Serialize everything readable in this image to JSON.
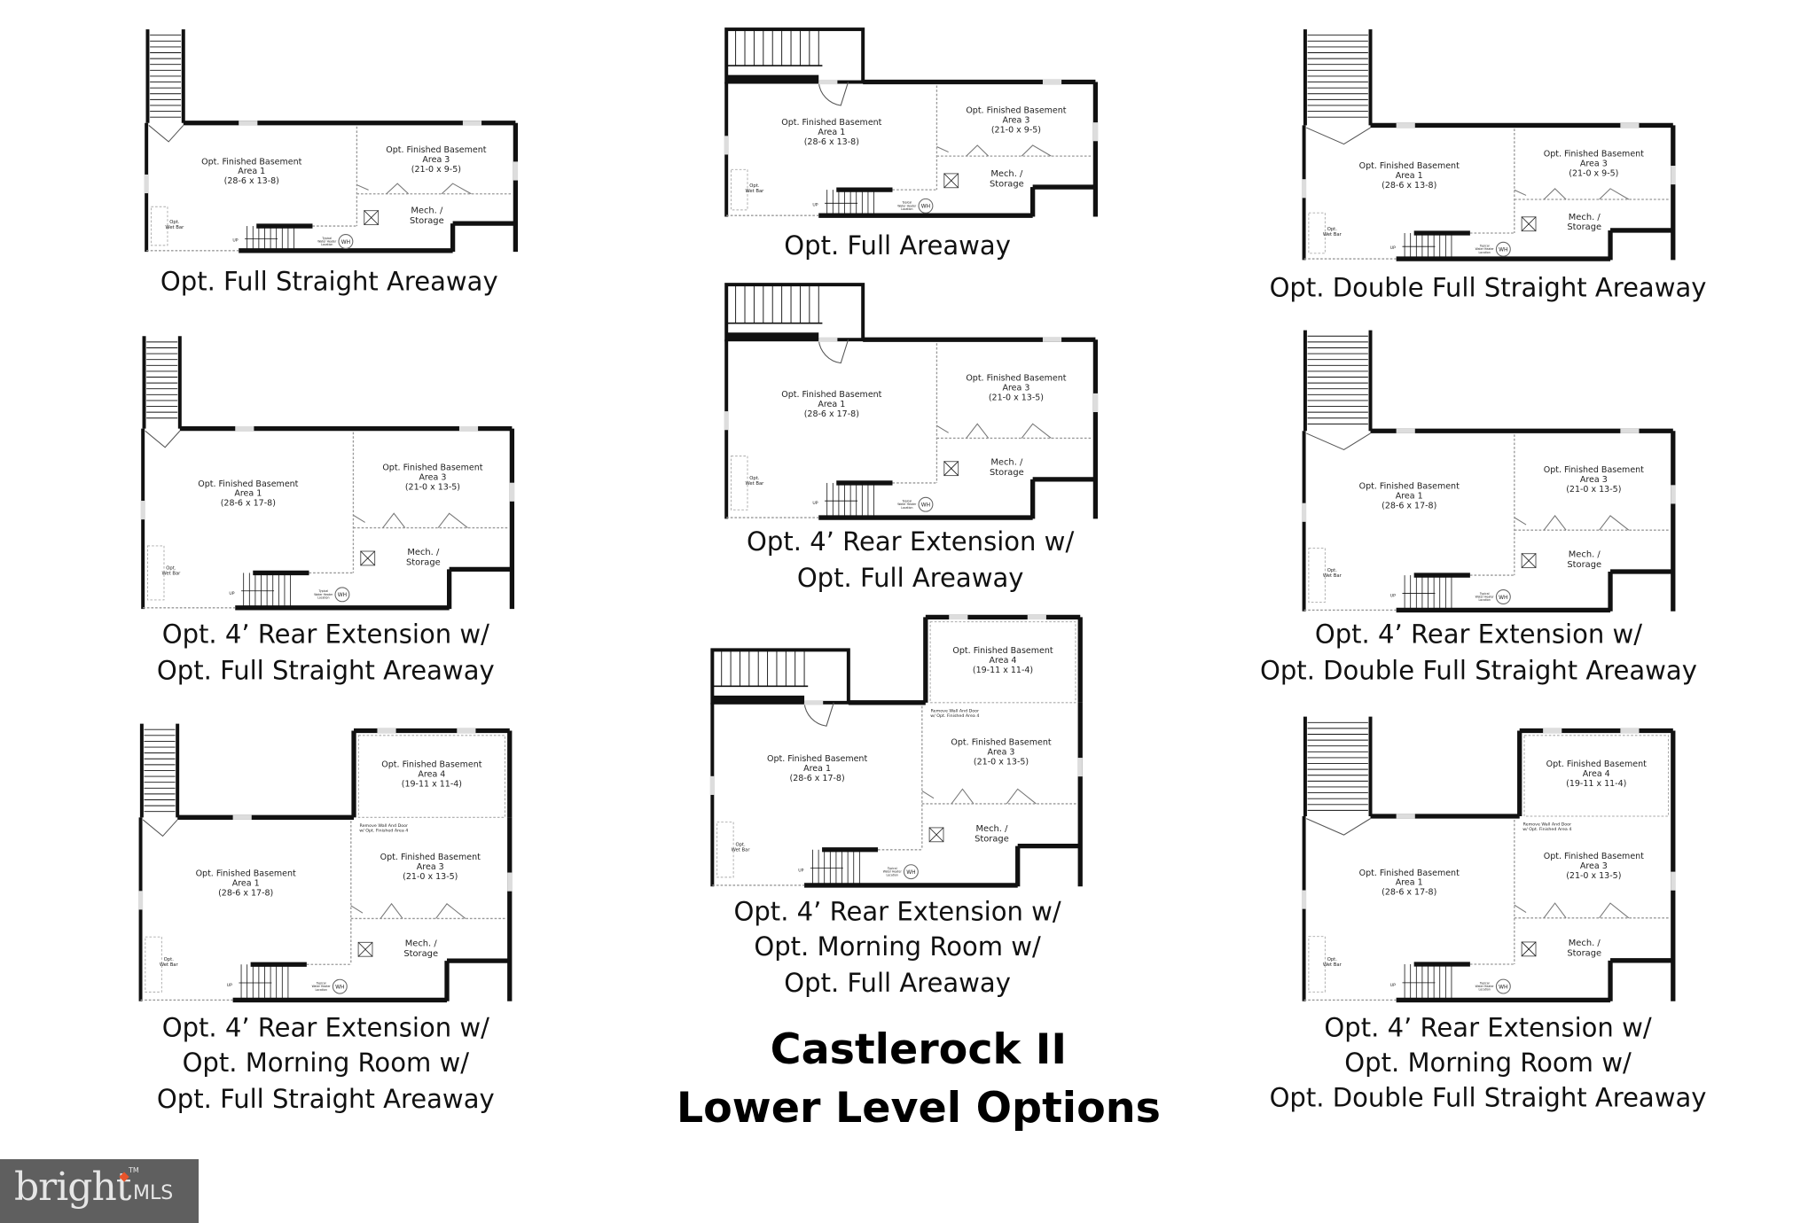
{
  "title": {
    "line1": "Castlerock II",
    "line2": "Lower Level Options"
  },
  "logo": {
    "brand": "bright",
    "suffix": "MLS",
    "tm": "TM",
    "accent_color": "#e8542a"
  },
  "labels": {
    "area_title": "Opt. Finished Basement",
    "mech": [
      "Mech. /",
      "Storage"
    ],
    "wet_bar": [
      "Opt.",
      "Wet Bar"
    ],
    "up": "UP",
    "wh": "WH",
    "wh_note": [
      "Typical",
      "Water Heater",
      "Location"
    ],
    "remove_wall": [
      "Remove Wall And Door",
      "w/ Opt. Finished Area 4"
    ]
  },
  "plans": [
    {
      "caption": [
        "Opt. Full Straight Areaway"
      ],
      "stair": "straight",
      "area1": [
        "Area 1",
        "(28-6 x 13-8)"
      ],
      "area3": [
        "Area 3",
        "(21-0 x 9-5)"
      ],
      "area4": null
    },
    {
      "caption": [
        "Opt. Full Areaway"
      ],
      "stair": "full",
      "area1": [
        "Area 1",
        "(28-6 x 13-8)"
      ],
      "area3": [
        "Area 3",
        "(21-0 x 9-5)"
      ],
      "area4": null
    },
    {
      "caption": [
        "Opt. Double Full Straight Areaway"
      ],
      "stair": "double",
      "area1": [
        "Area 1",
        "(28-6 x 13-8)"
      ],
      "area3": [
        "Area 3",
        "(21-0 x 9-5)"
      ],
      "area4": null
    },
    {
      "caption": [
        "Opt. 4’ Rear Extension w/",
        "Opt. Full Straight Areaway"
      ],
      "stair": "straight",
      "area1": [
        "Area 1",
        "(28-6 x 17-8)"
      ],
      "area3": [
        "Area 3",
        "(21-0 x 13-5)"
      ],
      "area4": null
    },
    {
      "caption": [
        "Opt. 4’ Rear Extension w/",
        "Opt. Full Areaway"
      ],
      "stair": "full",
      "area1": [
        "Area 1",
        "(28-6 x 17-8)"
      ],
      "area3": [
        "Area 3",
        "(21-0 x 13-5)"
      ],
      "area4": null
    },
    {
      "caption": [
        "Opt. 4’ Rear Extension w/",
        "Opt. Double Full Straight Areaway"
      ],
      "stair": "double",
      "area1": [
        "Area 1",
        "(28-6 x 17-8)"
      ],
      "area3": [
        "Area 3",
        "(21-0 x 13-5)"
      ],
      "area4": null
    },
    {
      "caption": [
        "Opt. 4’ Rear Extension w/",
        "Opt. Morning Room w/",
        "Opt. Full Straight Areaway"
      ],
      "stair": "straight",
      "area1": [
        "Area 1",
        "(28-6 x 17-8)"
      ],
      "area3": [
        "Area 3",
        "(21-0 x 13-5)"
      ],
      "area4": [
        "Area 4",
        "(19-11 x 11-4)"
      ]
    },
    {
      "caption": [
        "Opt. 4’ Rear Extension w/",
        "Opt. Morning Room w/",
        "Opt. Full Areaway"
      ],
      "stair": "full",
      "area1": [
        "Area 1",
        "(28-6 x 17-8)"
      ],
      "area3": [
        "Area 3",
        "(21-0 x 13-5)"
      ],
      "area4": [
        "Area 4",
        "(19-11 x 11-4)"
      ]
    },
    {
      "caption": [
        "Opt. 4’ Rear Extension w/",
        "Opt. Morning Room w/",
        "Opt. Double Full Straight Areaway"
      ],
      "stair": "double",
      "area1": [
        "Area 1",
        "(28-6 x 17-8)"
      ],
      "area3": [
        "Area 3",
        "(21-0 x 13-5)"
      ],
      "area4": [
        "Area 4",
        "(19-11 x 11-4)"
      ]
    }
  ]
}
